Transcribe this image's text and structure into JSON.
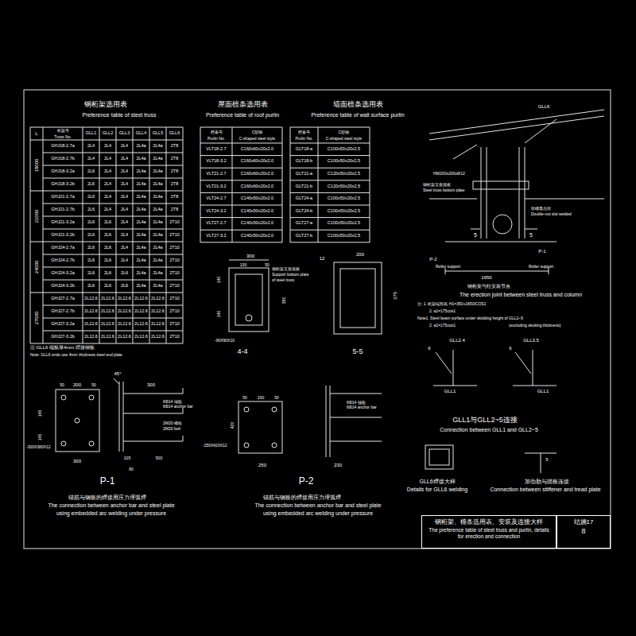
{
  "diagram": {
    "nodes": [
      {
        "text": [
          "钢桁架、檩条选用表、安装及连接大样",
          "The preference table of steel truss and purlin, details for erection and connection"
        ]
      },
      {
        "text": [
          "结施17",
          "8"
        ]
      }
    ],
    "labels": [
      "钢桁架选用表",
      "Preference table of steel truss",
      "L",
      "桁架号",
      "Truss No.",
      "GLL1",
      "GLL2",
      "GLL3",
      "GLL4",
      "GLL5",
      "GLL6",
      "18000",
      "21000",
      "24000",
      "27000",
      "GHJ18-2.7a",
      "2L4",
      "2L4",
      "2L4",
      "2L4a",
      "2L4a",
      "2T8",
      "GHJ18-2.7b",
      "2L4",
      "2L4",
      "2L4",
      "2L4a",
      "2L4a",
      "2T8",
      "GHJ18-3.2a",
      "2L6",
      "2L4",
      "2L4",
      "2L4a",
      "2L4a",
      "2T8",
      "GHJ18-3.2b",
      "2L6",
      "2L4",
      "2L4",
      "2L4a",
      "2L4a",
      "2T8",
      "GHJ21-2.7a",
      "2L6",
      "2L4",
      "2L4",
      "2L4a",
      "2L4a",
      "2T8",
      "GHJ21-2.7b",
      "2L6",
      "2L4",
      "2L4",
      "2L4a",
      "2L4a",
      "2T8",
      "GHJ21-3.2a",
      "2L6",
      "2L6",
      "2L4",
      "2L4a",
      "2L4a",
      "2T10",
      "GHJ21-3.2b",
      "2L6",
      "2L6",
      "2L4",
      "2L4a",
      "2L4a",
      "2T10",
      "GHJ24-2.7a",
      "2L6",
      "2L6",
      "2L4",
      "2L4a",
      "2L4a",
      "2T10",
      "GHJ24-2.7b",
      "2L6",
      "2L6",
      "2L4",
      "2L4a",
      "2L4a",
      "2T10",
      "GHJ24-3.2a",
      "2L6",
      "2L6",
      "2L6",
      "2L4a",
      "2L4a",
      "2T10",
      "GHJ24-3.2b",
      "2L6",
      "2L6",
      "2L6",
      "2L4a",
      "2L4a",
      "2T10",
      "GHJ27-2.7a",
      "2L12.6",
      "2L12.6",
      "2L12.6",
      "2L12.6",
      "2L12.6",
      "2T10",
      "GHJ27-2.7b",
      "2L12.6",
      "2L12.6",
      "2L12.6",
      "2L12.6",
      "2L12.6",
      "2T10",
      "GHJ27-3.2a",
      "2L12.6",
      "2L12.6",
      "2L12.6",
      "2L12.6",
      "2L12.6",
      "2T10",
      "GHJ27-3.2b",
      "2L12.6",
      "2L12.6",
      "2L12.6",
      "2L12.6",
      "2L12.6",
      "2T10",
      "注:GLL6 端板厚4mm 焊接钢板",
      "Note: GLL6 ends use 4mm thickness steel end plate",
      "屋面檩条选用表",
      "Preference table of roof purlin",
      "檩条号",
      "Purlin No.",
      "C型钢",
      "C-shaped steel style",
      "VLT18-2.7",
      "C160x60x20x2.0",
      "VLT18-3.2",
      "C160x60x20x2.0",
      "VLT21-2.7",
      "C160x60x20x2.0",
      "VLT21-3.2",
      "C160x60x20x2.0",
      "VLT24-2.7",
      "C140x50x20x2.0",
      "VLT24-3.2",
      "C140x50x20x2.0",
      "VLT27-2.7",
      "C140x50x20x2.0",
      "VLT27-3.2",
      "C140x50x20x2.0",
      "墙面檩条选用表",
      "Preference table of wall surface purlin",
      "檩条号",
      "Purlin No.",
      "C型钢",
      "C-shaped steel style",
      "GLT18-a",
      "C100x50x20x2.5",
      "GLT18-b",
      "C100x50x20x2.5",
      "GLT21-a",
      "C120x50x20x2.5",
      "GLT21-b",
      "C120x50x20x2.5",
      "GLT24-a",
      "C100x50x20x2.5",
      "GLT24-b",
      "C100x50x20x2.5",
      "GLT27-a",
      "C100x50x20x2.5",
      "GLT27-b",
      "C100x50x20x2.5",
      "300",
      "130",
      "50",
      "140",
      "380",
      "140",
      "钢桁架支座底板",
      "Support bottom plate",
      "of steel truss",
      "-90X90X10",
      "4-4",
      "12",
      "200",
      "375",
      "5-5",
      "45°",
      "200",
      "50",
      "50",
      "300",
      "6Φ14 锚筋",
      "6Φ14 anchor bar",
      "2M20 螺栓",
      "2M20 bolt",
      "145",
      "145",
      "-300X380X12",
      "300",
      "80",
      "105",
      "500",
      "P-1",
      "锚筋与钢板的焊接用压力埋弧焊",
      "The connection between anchor bar and steel plate",
      "using embedded arc welding under pressure",
      "150",
      "50",
      "50",
      "6Φ14 锚筋",
      "6Φ14 anchor bar",
      "420",
      "-250X420X12",
      "250",
      "230",
      "P-2",
      "锚筋与钢板的焊接用压力埋弧焊",
      "The connection between anchor bar and steel plate",
      "using embedded arc welding under pressure",
      "GLL6",
      "HW200x200x8/12",
      "钢桁架支座底板",
      "Steel truss bottom plate",
      "双螺母点焊",
      "Double-nut slot welded",
      "5",
      "5",
      "P-1",
      "P-2",
      "Roller support",
      "Roller support",
      "1650",
      "钢桁架与柱安装节点",
      "The erection joint between steel truss and column",
      "注: 1. 桁架端部高 H1=350+1650/COS1",
      "2. a1=175cos1",
      "Note1. Steel beam surface under skidding height of GLL2~5",
      "2. a1=175cos1",
      "(excluding decking thickness)",
      "GLL2.4",
      "GLL3.5",
      "6",
      "6",
      "GLL1",
      "GLL1",
      "GLL1与GLL2~5连接",
      "Connection between GLL1 and GLL2~5",
      "GLL6焊接大样",
      "Details for GLL6 welding",
      "5",
      "加劲肋与踏板连接",
      "Connection between stiffener and tread plate"
    ]
  }
}
